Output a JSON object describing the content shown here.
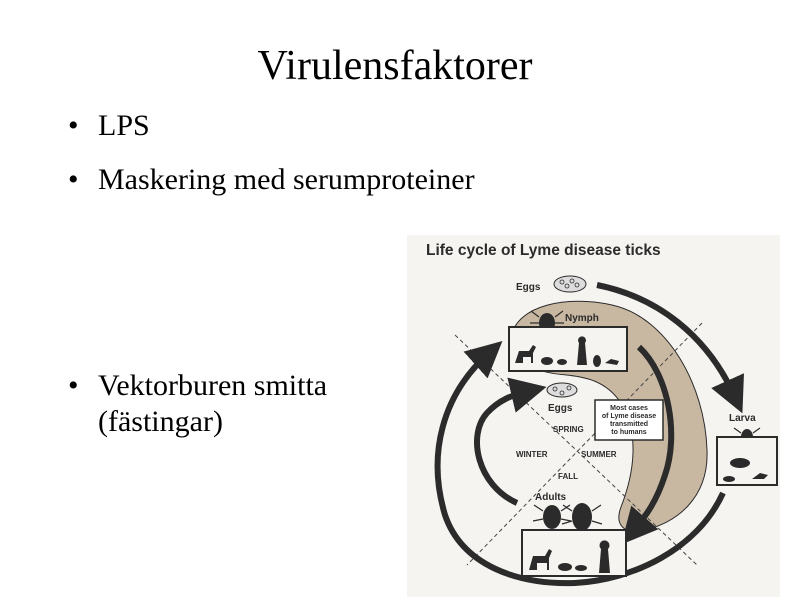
{
  "slide": {
    "title": "Virulensfaktorer",
    "bullets": [
      "LPS",
      "Maskering med serumproteiner",
      "Vektorburen smitta (fästingar)"
    ]
  },
  "diagram": {
    "title": "Life cycle of Lyme disease ticks",
    "labels": {
      "eggs_top": "Eggs",
      "nymph": "Nymph",
      "eggs_inner": "Eggs",
      "larva": "Larva",
      "adults": "Adults",
      "spring": "SPRING",
      "summer": "SUMMER",
      "fall": "FALL",
      "winter": "WINTER"
    },
    "note_lines": [
      "Most cases",
      "of Lyme disease",
      "transmitted",
      "to humans"
    ],
    "colors": {
      "band": "#c8b8a2",
      "ink": "#2b2b2b",
      "paper": "#f6f4f1"
    }
  }
}
